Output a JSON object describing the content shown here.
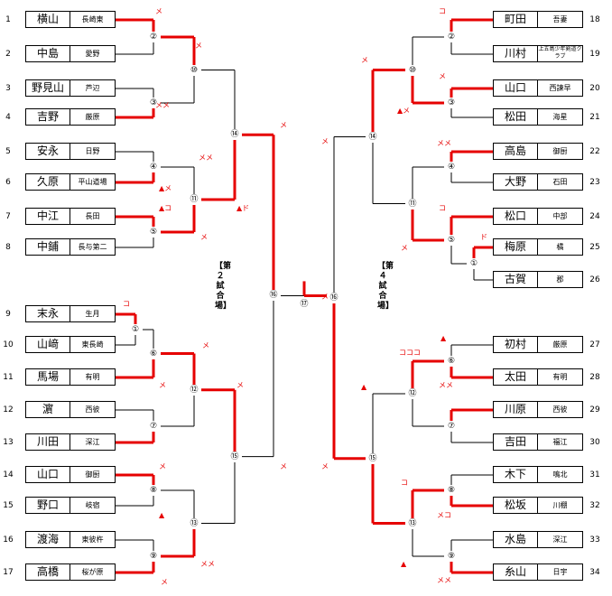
{
  "left_venue": "【第２試合場】",
  "right_venue": "【第４試合場】",
  "final_label": "⑰",
  "left_players": [
    {
      "no": "1",
      "name": "横山",
      "team": "長崎東"
    },
    {
      "no": "2",
      "name": "中島",
      "team": "愛野"
    },
    {
      "no": "3",
      "name": "野見山",
      "team": "芦辺"
    },
    {
      "no": "4",
      "name": "吉野",
      "team": "厳原"
    },
    {
      "no": "5",
      "name": "安永",
      "team": "日野"
    },
    {
      "no": "6",
      "name": "久原",
      "team": "平山道場"
    },
    {
      "no": "7",
      "name": "中江",
      "team": "長田"
    },
    {
      "no": "8",
      "name": "中鋪",
      "team": "長与第二"
    },
    {
      "no": "9",
      "name": "末永",
      "team": "生月"
    },
    {
      "no": "10",
      "name": "山﨑",
      "team": "東長崎"
    },
    {
      "no": "11",
      "name": "馬場",
      "team": "有明"
    },
    {
      "no": "12",
      "name": "濵",
      "team": "西彼"
    },
    {
      "no": "13",
      "name": "川田",
      "team": "深江"
    },
    {
      "no": "14",
      "name": "山口",
      "team": "御厨"
    },
    {
      "no": "15",
      "name": "野口",
      "team": "岐宿"
    },
    {
      "no": "16",
      "name": "渡海",
      "team": "東彼杵"
    },
    {
      "no": "17",
      "name": "高橋",
      "team": "桜が原"
    }
  ],
  "right_players": [
    {
      "no": "18",
      "name": "町田",
      "team": "吾妻"
    },
    {
      "no": "19",
      "name": "川村",
      "team": "上五島少年剣道クラブ"
    },
    {
      "no": "20",
      "name": "山口",
      "team": "西諫早"
    },
    {
      "no": "21",
      "name": "松田",
      "team": "海星"
    },
    {
      "no": "22",
      "name": "高島",
      "team": "御厨"
    },
    {
      "no": "23",
      "name": "大野",
      "team": "石田"
    },
    {
      "no": "24",
      "name": "松口",
      "team": "中部"
    },
    {
      "no": "25",
      "name": "梅原",
      "team": "橘"
    },
    {
      "no": "26",
      "name": "古賀",
      "team": "郡"
    },
    {
      "no": "27",
      "name": "初村",
      "team": "厳原"
    },
    {
      "no": "28",
      "name": "太田",
      "team": "有明"
    },
    {
      "no": "29",
      "name": "川原",
      "team": "西彼"
    },
    {
      "no": "30",
      "name": "吉田",
      "team": "福江"
    },
    {
      "no": "31",
      "name": "木下",
      "team": "鳴北"
    },
    {
      "no": "32",
      "name": "松坂",
      "team": "川棚"
    },
    {
      "no": "33",
      "name": "水島",
      "team": "深江"
    },
    {
      "no": "34",
      "name": "糸山",
      "team": "日宇"
    }
  ],
  "left_matches": [
    "②",
    "③",
    "⑩",
    "④",
    "⑤",
    "⑪",
    "⑭",
    "①",
    "⑥",
    "⑦",
    "⑫",
    "⑧",
    "⑨",
    "⑬",
    "⑮",
    "⑯"
  ],
  "right_matches": [
    "②",
    "③",
    "⑩",
    "④",
    "①",
    "⑤",
    "⑪",
    "⑭",
    "⑥",
    "⑦",
    "⑫",
    "⑧",
    "⑨",
    "⑬",
    "⑮",
    "⑯"
  ],
  "marks": {
    "l_r1_m1": "メ",
    "l_r2_m1": "メ",
    "l_r1_m2": "メメ",
    "l_r1_m3": "メメ",
    "l_r1_m3b": "▲メ",
    "l_r1_m4": "▲コ",
    "l_r1_m4b": "メ",
    "l_r2_m2": "▲ド",
    "l_r3_m1": "メ",
    "l_r0_m1": "コ",
    "l_r1_m5": "メ",
    "l_r1_m6": "メ",
    "l_r2_m3": "メ",
    "l_r1_m7": "メ",
    "l_r1_m7b": "▲",
    "l_r1_m8": "メメ",
    "l_r1_m8b": "メ",
    "l_r3_m2": "メ",
    "r_r1_m1": "コ",
    "r_r2_m1": "メ",
    "r_r1_m2": "メ",
    "r_r1_m2b": "▲メ",
    "r_r1_m3": "メメ",
    "r_r1_m4": "コ",
    "r_r1_m4b": "メ",
    "r_r0_m1": "ド",
    "r_r3_m1": "メ",
    "r_final": "メ",
    "r_r1_m5": "コココ",
    "r_r1_m5b": "▲",
    "r_r1_m6": "メメ",
    "r_r2_m3": "▲",
    "r_r2_m4": "メ",
    "r_r1_m7": "コ",
    "r_r1_m7b": "メコ",
    "r_r1_m8": "▲",
    "r_r1_m8b": "メメ"
  },
  "colors": {
    "winner": "#e60000",
    "line": "#000000"
  }
}
